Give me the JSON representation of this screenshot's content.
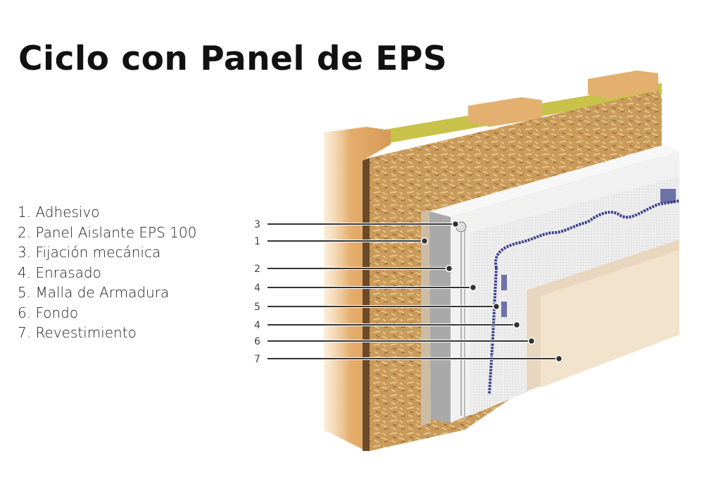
{
  "title": "Ciclo con Panel de EPS",
  "legend": [
    "1. Adhesivo",
    "2. Panel Aislante EPS 100",
    "3. Fijación mecánica",
    "4. Enrasado",
    "5. Malla de Armadura",
    "6. Fondo",
    "7. Revestimiento"
  ],
  "callouts": [
    "3",
    "1",
    "2",
    "4",
    "5",
    "4",
    "6",
    "7"
  ],
  "colors": {
    "wood": "#e0a868",
    "osb": "#c99a5a",
    "insulation": "#c8c24a",
    "eps": "#f2f2f2",
    "mesh": "#3a3f8a",
    "fondo": "#ead9c0",
    "revestimiento": "#f1e3cc",
    "leader": "#333333"
  }
}
